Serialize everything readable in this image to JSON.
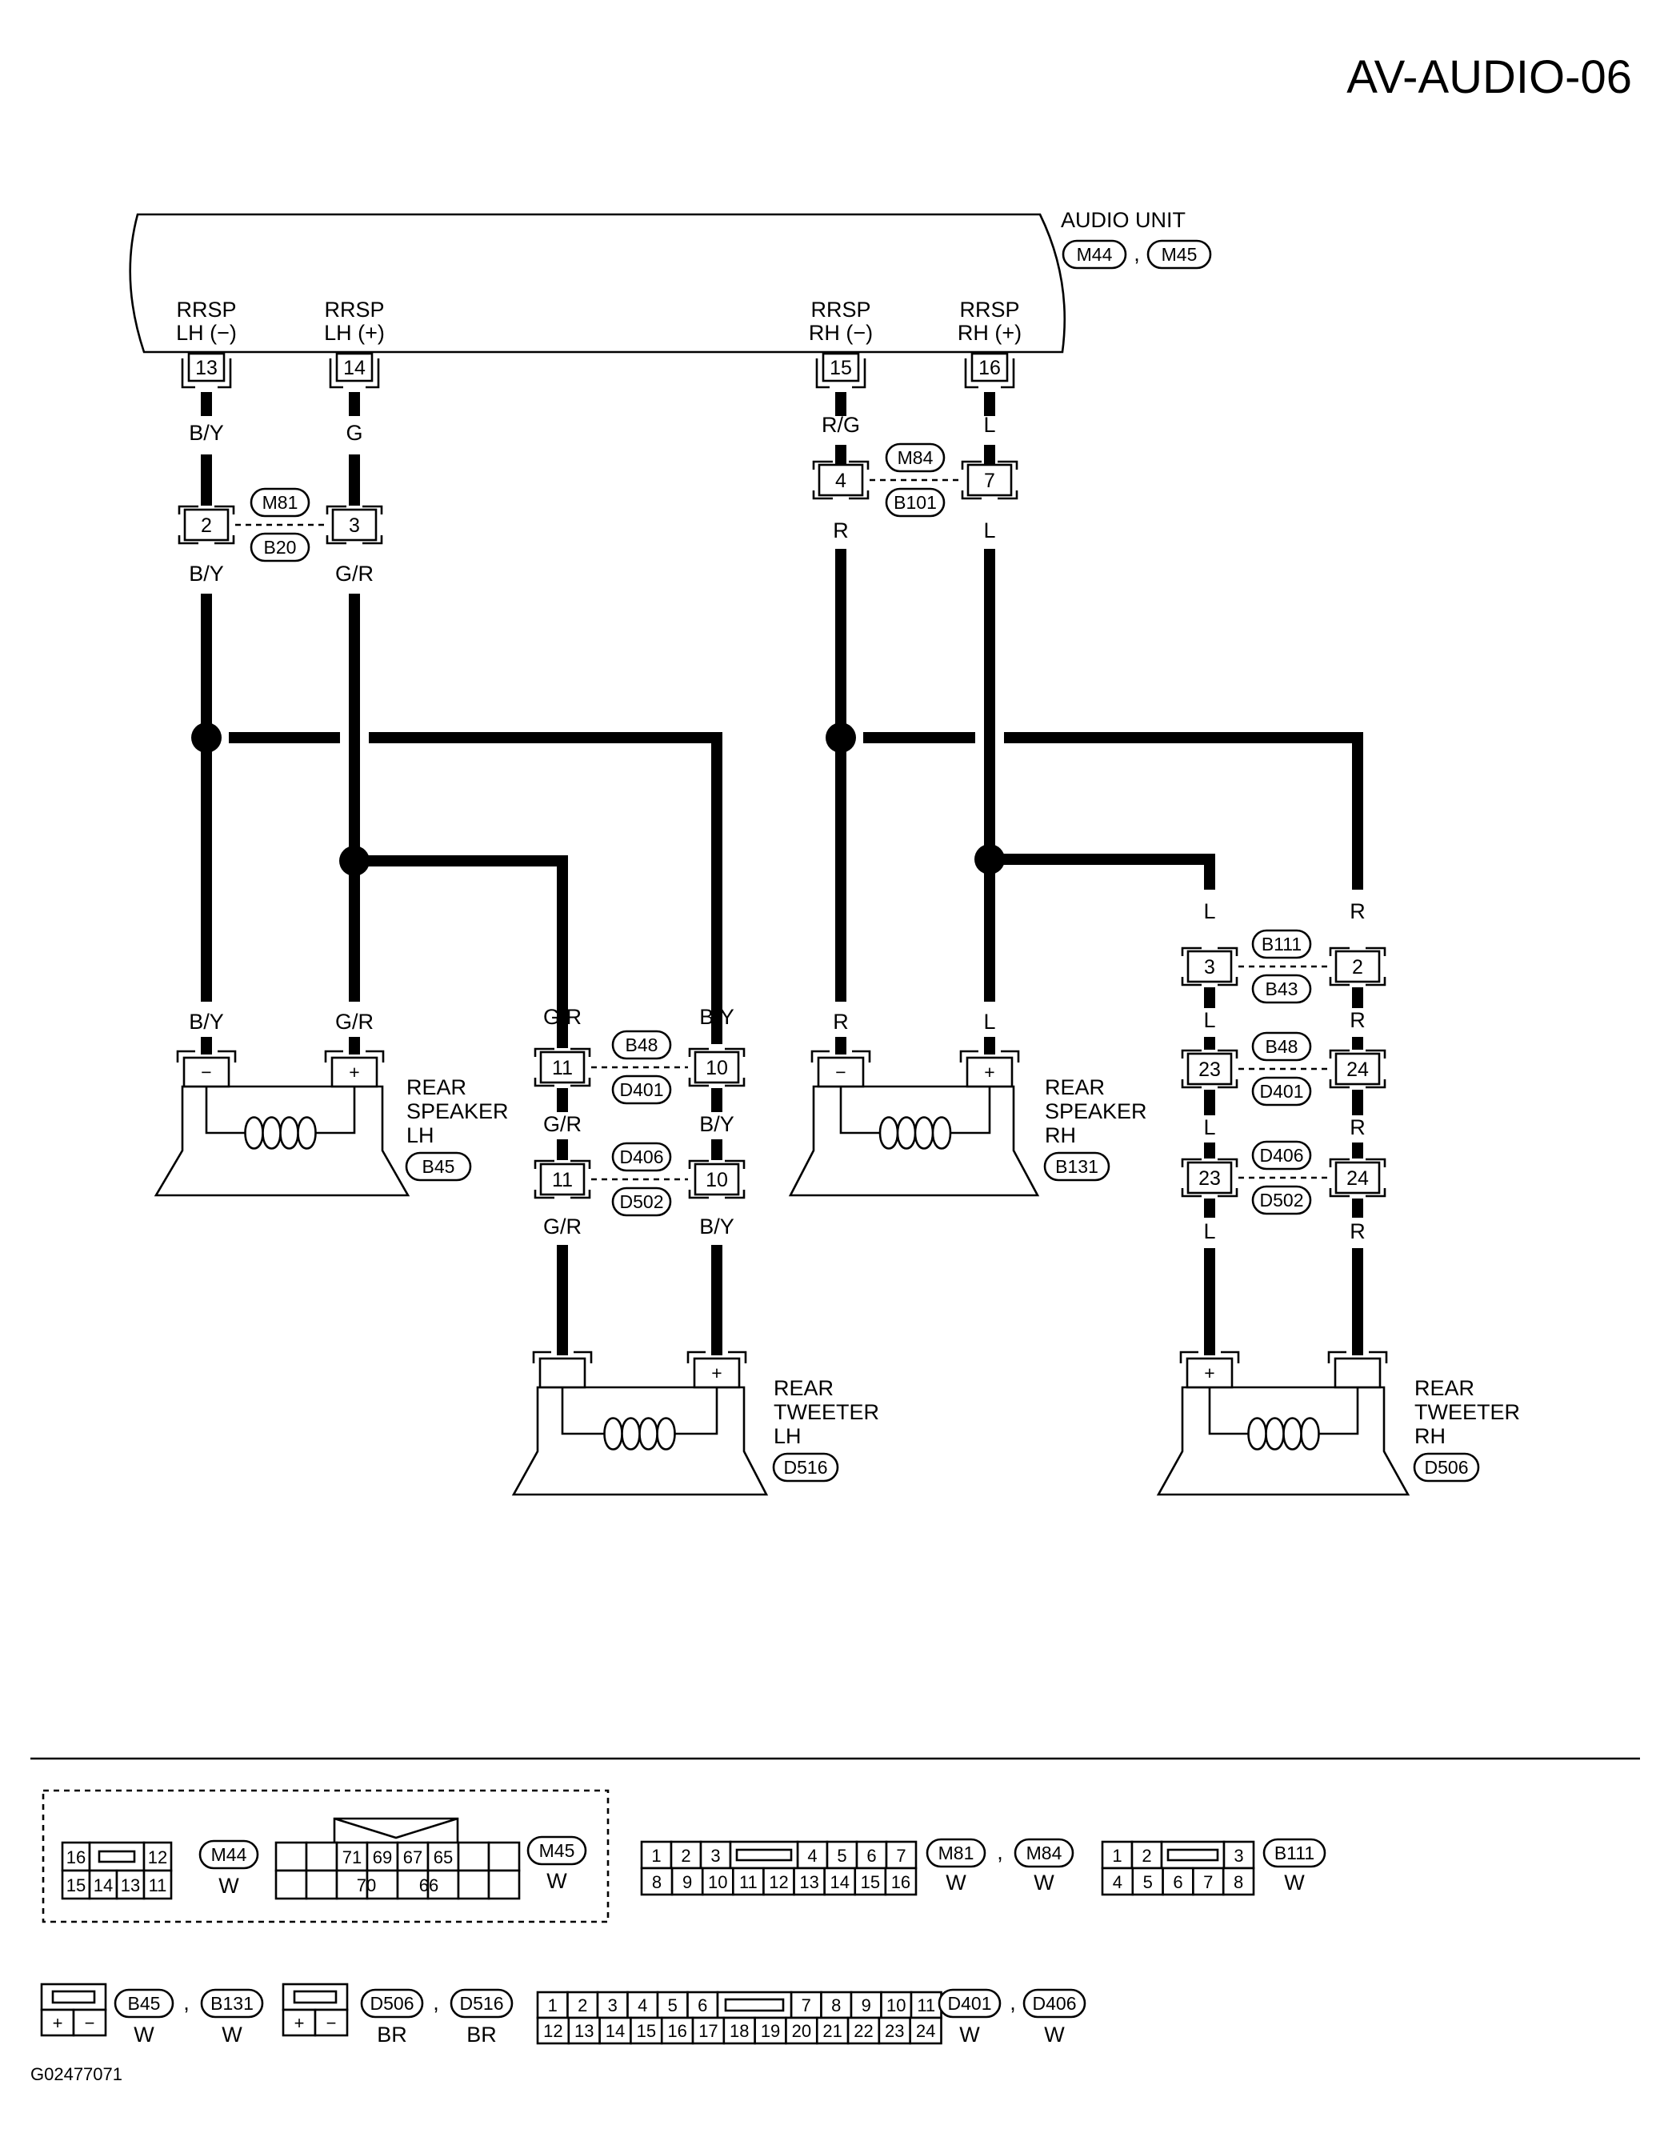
{
  "page_id": "AV-AUDIO-06",
  "figure_code": "G02477071",
  "audio_unit": {
    "title": "AUDIO UNIT",
    "connectors": [
      "M44",
      "M45"
    ],
    "separator": ",",
    "terminals": [
      {
        "name_line1": "RRSP",
        "name_line2": "LH (−)",
        "pin": "13"
      },
      {
        "name_line1": "RRSP",
        "name_line2": "LH (+)",
        "pin": "14"
      },
      {
        "name_line1": "RRSP",
        "name_line2": "RH (−)",
        "pin": "15"
      },
      {
        "name_line1": "RRSP",
        "name_line2": "RH (+)",
        "pin": "16"
      }
    ]
  },
  "wire_colors": {
    "c13": "B/Y",
    "c14": "G",
    "c15": "R/G",
    "c16": "L",
    "c13b": "B/Y",
    "c14b": "G/R",
    "c15b": "R",
    "c16b": "L",
    "lh_minus": "B/Y",
    "lh_plus": "G/R",
    "rh_minus": "R",
    "rh_plus": "L",
    "tw_lh_p1": "G/R",
    "tw_lh_p2": "G/R",
    "tw_lh_p3": "G/R",
    "tw_lh_m1": "B/Y",
    "tw_lh_m2": "B/Y",
    "tw_lh_m3": "B/Y",
    "tw_rh_p1": "L",
    "tw_rh_p2": "L",
    "tw_rh_p3": "L",
    "tw_rh_p4": "L",
    "tw_rh_m1": "R",
    "tw_rh_m2": "R",
    "tw_rh_m3": "R",
    "tw_rh_m4": "R"
  },
  "joints": {
    "m81": {
      "top": "M81",
      "bottom": "B20",
      "pins": [
        "2",
        "3"
      ]
    },
    "m84": {
      "top": "M84",
      "bottom": "B101",
      "pins": [
        "4",
        "7"
      ]
    },
    "lh_b48": {
      "top": "B48",
      "bottom": "D401",
      "pins": [
        "11",
        "10"
      ]
    },
    "lh_d406": {
      "top": "D406",
      "bottom": "D502",
      "pins": [
        "11",
        "10"
      ]
    },
    "rh_b111": {
      "top": "B111",
      "bottom": "B43",
      "pins": [
        "3",
        "2"
      ]
    },
    "rh_b48": {
      "top": "B48",
      "bottom": "D401",
      "pins": [
        "23",
        "24"
      ]
    },
    "rh_d406": {
      "top": "D406",
      "bottom": "D502",
      "pins": [
        "23",
        "24"
      ]
    }
  },
  "components": {
    "speaker_lh": {
      "line1": "REAR",
      "line2": "SPEAKER",
      "line3": "LH",
      "connector": "B45"
    },
    "speaker_rh": {
      "line1": "REAR",
      "line2": "SPEAKER",
      "line3": "RH",
      "connector": "B131"
    },
    "tweeter_lh": {
      "line1": "REAR",
      "line2": "TWEETER",
      "line3": "LH",
      "connector": "D516"
    },
    "tweeter_rh": {
      "line1": "REAR",
      "line2": "TWEETER",
      "line3": "RH",
      "connector": "D506"
    }
  },
  "polarity": {
    "plus": "+",
    "minus": "−"
  },
  "connector_views": {
    "m44": {
      "id": "M44",
      "color": "W",
      "top": [
        "16",
        "12"
      ],
      "bottom": [
        "15",
        "14",
        "13",
        "11"
      ]
    },
    "m45": {
      "id": "M45",
      "color": "W",
      "top": [
        "71",
        "69",
        "67",
        "65"
      ],
      "bottom": [
        "70",
        "66"
      ]
    },
    "m81m84": {
      "ids": [
        "M81",
        "M84"
      ],
      "colors": [
        "W",
        "W"
      ],
      "separator": ",",
      "top": [
        "1",
        "2",
        "3",
        "4",
        "5",
        "6",
        "7"
      ],
      "bottom": [
        "8",
        "9",
        "10",
        "11",
        "12",
        "13",
        "14",
        "15",
        "16"
      ]
    },
    "b111": {
      "id": "B111",
      "color": "W",
      "top": [
        "1",
        "2",
        "3"
      ],
      "bottom": [
        "4",
        "5",
        "6",
        "7",
        "8"
      ]
    },
    "b45b131": {
      "ids": [
        "B45",
        "B131"
      ],
      "colors": [
        "W",
        "W"
      ],
      "separator": ",",
      "cells": [
        "+",
        "−"
      ]
    },
    "d506d516": {
      "ids": [
        "D506",
        "D516"
      ],
      "colors": [
        "BR",
        "BR"
      ],
      "separator": ",",
      "cells": [
        "+",
        "−"
      ]
    },
    "d401d406": {
      "ids": [
        "D401",
        "D406"
      ],
      "colors": [
        "W",
        "W"
      ],
      "separator": ",",
      "top": [
        "1",
        "2",
        "3",
        "4",
        "5",
        "6",
        "7",
        "8",
        "9",
        "10",
        "11"
      ],
      "bottom": [
        "12",
        "13",
        "14",
        "15",
        "16",
        "17",
        "18",
        "19",
        "20",
        "21",
        "22",
        "23",
        "24"
      ]
    }
  }
}
